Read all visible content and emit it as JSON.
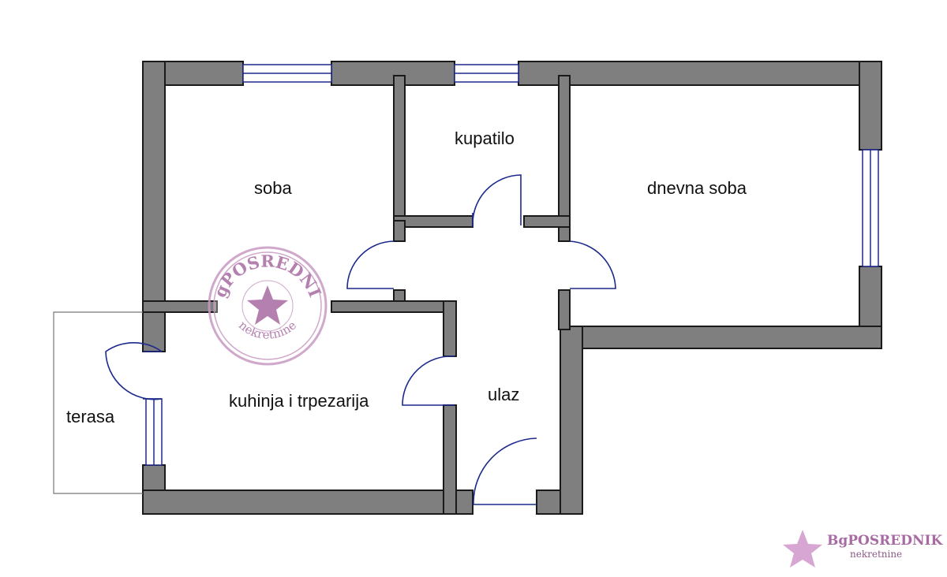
{
  "rooms": {
    "soba": "soba",
    "kupatilo": "kupatilo",
    "dnevna_soba": "dnevna soba",
    "kuhinja": "kuhinja i trpezarija",
    "ulaz": "ulaz",
    "terasa": "terasa"
  },
  "watermark": {
    "brand": "BgPOSREDNIK",
    "sub": "nekretnine",
    "color": "#a86aa2"
  },
  "colors": {
    "wall": "#7f7f80",
    "wall_edge": "#1a1a1a",
    "door": "#1c2a8c"
  }
}
